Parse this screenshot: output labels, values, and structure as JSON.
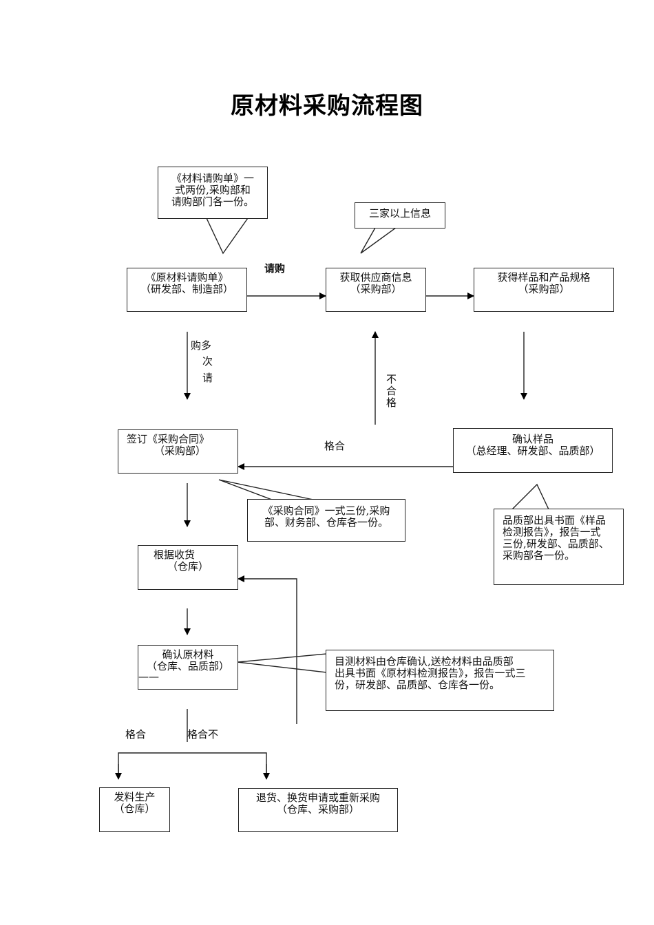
{
  "title": "原材料采购流程图",
  "nodes": {
    "request_form": {
      "line1": "《原材料请购单》",
      "line2": "（研发部、制造部）"
    },
    "supplier_info": {
      "line1": "获取供应商信息",
      "line2": "（采购部）"
    },
    "samples_specs": {
      "line1": "获得样品和产品规格",
      "line2": "（采购部）"
    },
    "confirm_samples": {
      "line1": "确认样品",
      "line2": "（总经理、研发部、品质部）"
    },
    "sign_contract": {
      "line1": "签订《采购合同》",
      "line2": "（采购部）"
    },
    "receive_goods": {
      "line1": "根据收货",
      "line2": "（仓库）"
    },
    "confirm_material": {
      "line1": "确认原材料",
      "line2": "（仓库、品质部）",
      "line3": "——"
    },
    "issue_production": {
      "line1": "发料生产",
      "line2": "（仓库）"
    },
    "return_exchange": {
      "line1": "退货、换货申请或重新采购",
      "line2": "（仓库、采购部）"
    }
  },
  "callouts": {
    "request_copies": {
      "lines": [
        "《材料请购单》一",
        "式两份,采购部和",
        "请购部门各一份。"
      ]
    },
    "three_suppliers": {
      "lines": [
        "三家以上信息"
      ]
    },
    "contract_copies": {
      "lines": [
        "《采购合同》一式三份,采购",
        "部、财务部、仓库各一份。"
      ]
    },
    "sample_report": {
      "lines": [
        "品质部出具书面《样品",
        "检测报告》，报告一式",
        "三份,研发部、品质部、",
        "采购部各一份。"
      ]
    },
    "material_report": {
      "lines": [
        "目测材料由仓库确认,送检材料由品质部",
        "出具书面《原材料检测报告》，报告一式三",
        "份，研发部、品质部、仓库各一份。"
      ]
    }
  },
  "edge_labels": {
    "purchase_request": "请购",
    "multiple_requests": [
      "购多",
      "次",
      "请"
    ],
    "unqualified_vertical": [
      "不",
      "合",
      "格"
    ],
    "qualified_samples": "格合",
    "qualified_material": "格合",
    "unqualified_material": "格合不"
  }
}
